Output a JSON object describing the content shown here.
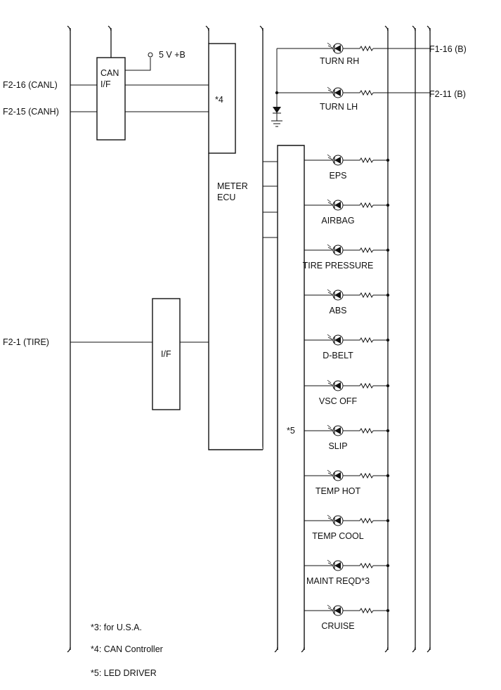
{
  "terminals": {
    "canl": "F2-16 (CANL)",
    "canh": "F2-15 (CANH)",
    "tire": "F2-1 (TIRE)",
    "f1_16": "F1-16 (B)",
    "f2_11": "F2-11 (B)"
  },
  "blocks": {
    "can_if_line1": "CAN",
    "can_if_line2": "I/F",
    "supply": "5 V +B",
    "can_controller_ref": "*4",
    "meter_ecu_line1": "METER",
    "meter_ecu_line2": "ECU",
    "tire_if": "I/F",
    "led_driver_ref": "*5"
  },
  "turn_indicators": [
    "TURN RH",
    "TURN LH"
  ],
  "indicators": [
    "EPS",
    "AIRBAG",
    "TIRE PRESSURE",
    "ABS",
    "D-BELT",
    "VSC OFF",
    "SLIP",
    "TEMP HOT",
    "TEMP COOL",
    "MAINT REQD*3",
    "CRUISE"
  ],
  "notes": [
    "*3: for U.S.A.",
    "*4: CAN Controller",
    "*5: LED DRIVER"
  ]
}
